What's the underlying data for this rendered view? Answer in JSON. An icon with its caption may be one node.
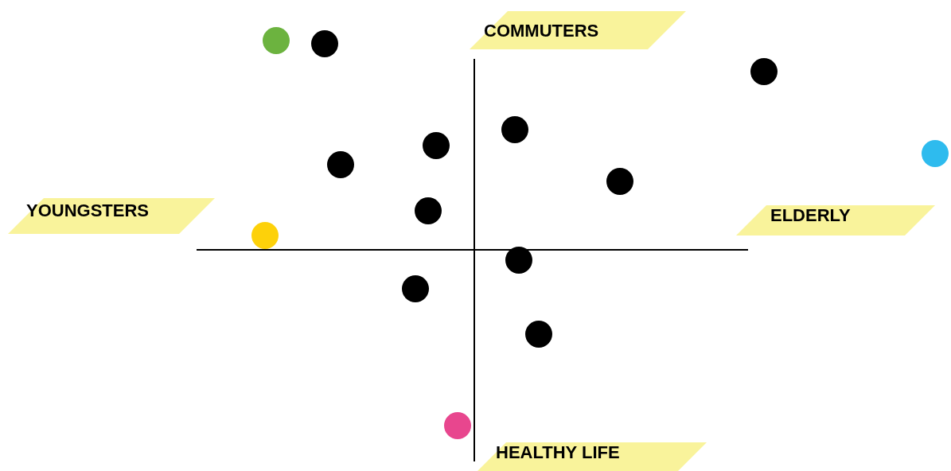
{
  "diagram": {
    "nodes": [
      {
        "text": [
          "COMMUTERS"
        ]
      },
      {
        "text": [],
        "shape": "circle"
      },
      {
        "text": [],
        "shape": "circle"
      },
      {
        "text": [],
        "shape": "circle"
      },
      {
        "text": [],
        "shape": "circle"
      },
      {
        "text": [],
        "shape": "circle"
      },
      {
        "text": [],
        "shape": "circle"
      },
      {
        "text": [],
        "shape": "circle"
      },
      {
        "text": [],
        "shape": "circle"
      },
      {
        "text": [
          "YOUNGSTERS"
        ]
      },
      {
        "text": [
          "ELDERLY"
        ]
      },
      {
        "text": [],
        "shape": "circle"
      },
      {
        "text": [],
        "shape": "circle"
      },
      {
        "text": [],
        "shape": "circle"
      },
      {
        "text": [],
        "shape": "circle"
      },
      {
        "text": [],
        "shape": "circle"
      },
      {
        "text": [],
        "shape": "circle"
      },
      {
        "text": [
          "HEALTHY LIFE"
        ]
      }
    ]
  }
}
